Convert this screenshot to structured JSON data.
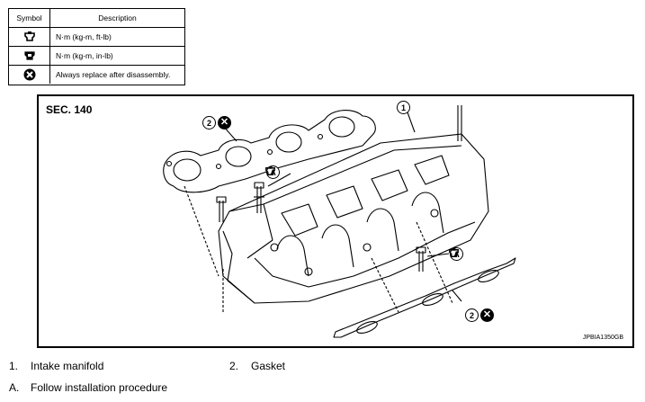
{
  "legend": {
    "header_symbol": "Symbol",
    "header_description": "Description",
    "rows": [
      {
        "icon": "torque-wrench-icon",
        "description": "N·m (kg-m, ft-lb)"
      },
      {
        "icon": "torque-wrench-small-icon",
        "description": "N·m (kg-m, in-lb)"
      },
      {
        "icon": "always-replace-icon",
        "description": "Always replace after disassembly."
      }
    ]
  },
  "diagram": {
    "section": "SEC. 140",
    "code": "JPBIA1350GB",
    "callouts": {
      "part1": "1",
      "part2": "2",
      "mark_a": "A",
      "replace_mark": "✕"
    }
  },
  "notes": [
    {
      "key": "1.",
      "text": "Intake manifold"
    },
    {
      "key": "2.",
      "text": "Gasket"
    },
    {
      "key": "A.",
      "text": "Follow installation procedure"
    }
  ]
}
